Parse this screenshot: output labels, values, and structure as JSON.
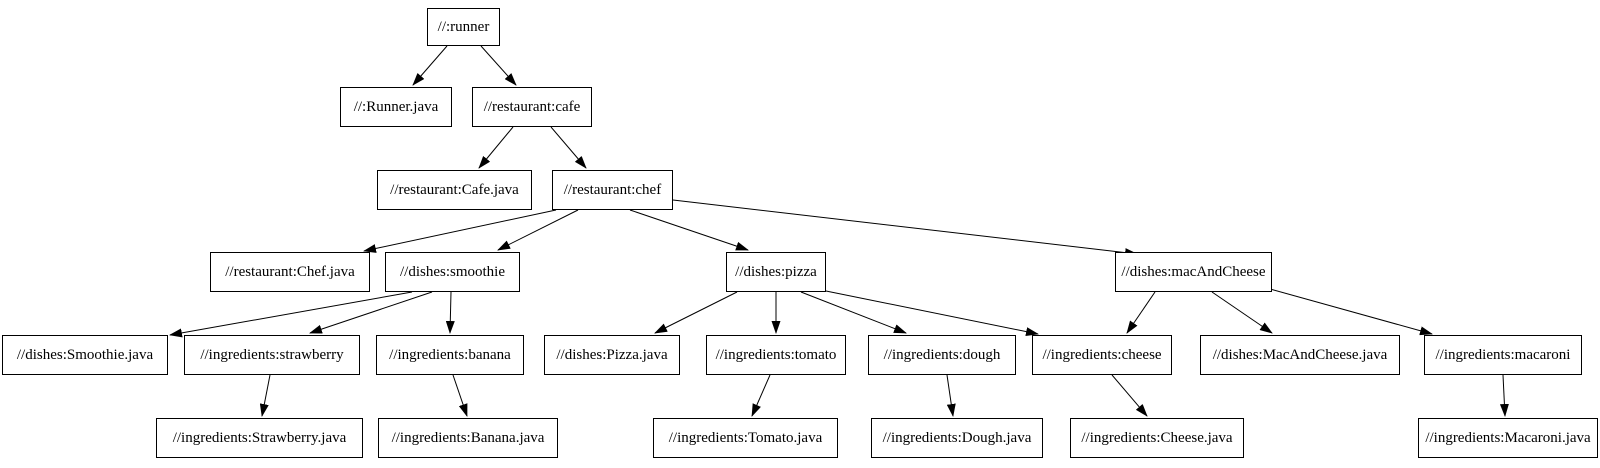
{
  "diagram": {
    "background_color": "#ffffff",
    "node_fill_color": "#ffffff",
    "node_border_color": "#000000",
    "text_color": "#000000",
    "edge_color": "#000000",
    "nodes": [
      {
        "id": "runner",
        "label": "//:runner"
      },
      {
        "id": "runner-java",
        "label": "//:Runner.java"
      },
      {
        "id": "cafe",
        "label": "//restaurant:cafe"
      },
      {
        "id": "cafe-java",
        "label": "//restaurant:Cafe.java"
      },
      {
        "id": "chef",
        "label": "//restaurant:chef"
      },
      {
        "id": "chef-java",
        "label": "//restaurant:Chef.java"
      },
      {
        "id": "smoothie",
        "label": "//dishes:smoothie"
      },
      {
        "id": "smoothie-java",
        "label": "//dishes:Smoothie.java"
      },
      {
        "id": "strawberry",
        "label": "//ingredients:strawberry"
      },
      {
        "id": "strawberry-java",
        "label": "//ingredients:Strawberry.java"
      },
      {
        "id": "banana",
        "label": "//ingredients:banana"
      },
      {
        "id": "banana-java",
        "label": "//ingredients:Banana.java"
      },
      {
        "id": "pizza",
        "label": "//dishes:pizza"
      },
      {
        "id": "pizza-java",
        "label": "//dishes:Pizza.java"
      },
      {
        "id": "tomato",
        "label": "//ingredients:tomato"
      },
      {
        "id": "tomato-java",
        "label": "//ingredients:Tomato.java"
      },
      {
        "id": "dough",
        "label": "//ingredients:dough"
      },
      {
        "id": "dough-java",
        "label": "//ingredients:Dough.java"
      },
      {
        "id": "cheese",
        "label": "//ingredients:cheese"
      },
      {
        "id": "cheese-java",
        "label": "//ingredients:Cheese.java"
      },
      {
        "id": "mac-and-cheese",
        "label": "//dishes:macAndCheese"
      },
      {
        "id": "mac-and-cheese-java",
        "label": "//dishes:MacAndCheese.java"
      },
      {
        "id": "macaroni",
        "label": "//ingredients:macaroni"
      },
      {
        "id": "macaroni-java",
        "label": "//ingredients:Macaroni.java"
      }
    ],
    "edges": [
      {
        "from": "runner",
        "to": "runner-java"
      },
      {
        "from": "runner",
        "to": "cafe"
      },
      {
        "from": "cafe",
        "to": "cafe-java"
      },
      {
        "from": "cafe",
        "to": "chef"
      },
      {
        "from": "chef",
        "to": "chef-java"
      },
      {
        "from": "chef",
        "to": "smoothie"
      },
      {
        "from": "chef",
        "to": "pizza"
      },
      {
        "from": "chef",
        "to": "mac-and-cheese"
      },
      {
        "from": "smoothie",
        "to": "smoothie-java"
      },
      {
        "from": "smoothie",
        "to": "strawberry"
      },
      {
        "from": "smoothie",
        "to": "banana"
      },
      {
        "from": "strawberry",
        "to": "strawberry-java"
      },
      {
        "from": "banana",
        "to": "banana-java"
      },
      {
        "from": "pizza",
        "to": "pizza-java"
      },
      {
        "from": "pizza",
        "to": "tomato"
      },
      {
        "from": "pizza",
        "to": "dough"
      },
      {
        "from": "pizza",
        "to": "cheese"
      },
      {
        "from": "tomato",
        "to": "tomato-java"
      },
      {
        "from": "dough",
        "to": "dough-java"
      },
      {
        "from": "cheese",
        "to": "cheese-java"
      },
      {
        "from": "mac-and-cheese",
        "to": "cheese"
      },
      {
        "from": "mac-and-cheese",
        "to": "mac-and-cheese-java"
      },
      {
        "from": "mac-and-cheese",
        "to": "macaroni"
      },
      {
        "from": "macaroni",
        "to": "macaroni-java"
      }
    ]
  }
}
